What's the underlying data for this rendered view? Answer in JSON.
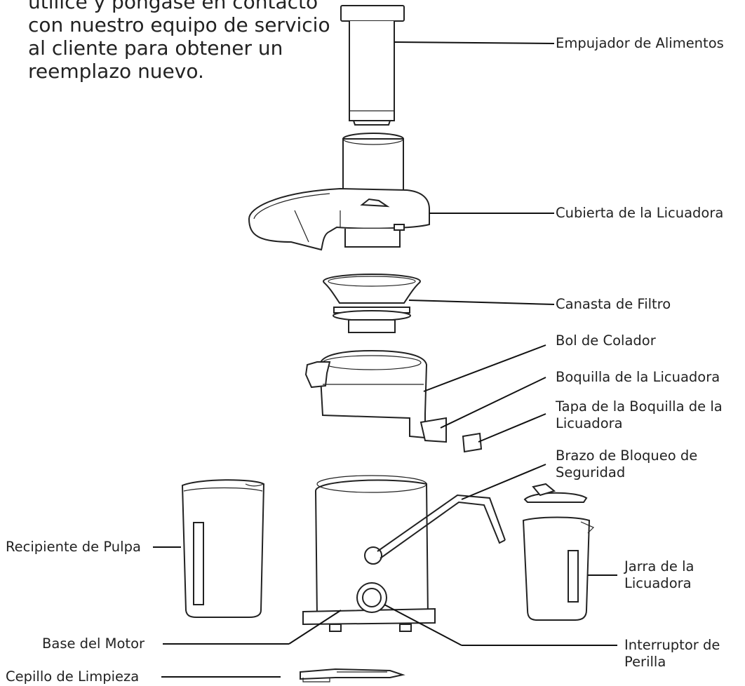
{
  "intro": {
    "lines": [
      "utilice y póngase en contacto",
      "con nuestro equipo de servicio",
      "al cliente para obtener un",
      "reemplazo nuevo."
    ]
  },
  "labels": {
    "food_pusher": [
      "Empujador de Alimentos"
    ],
    "juicer_cover": [
      "Cubierta de la Licuadora"
    ],
    "filter_basket": [
      "Canasta de Filtro"
    ],
    "strainer_bowl": [
      "Bol de Colador"
    ],
    "juicer_spout": [
      "Boquilla de la Licuadora"
    ],
    "spout_cap": [
      "Tapa de la Boquilla de la",
      "Licuadora"
    ],
    "safety_lock_arm": [
      "Brazo de Bloqueo de",
      "Seguridad"
    ],
    "pulp_container": [
      "Recipiente de Pulpa"
    ],
    "juice_jug": [
      "Jarra de la",
      "Licuadora"
    ],
    "motor_base": [
      "Base del Motor"
    ],
    "knob_switch": [
      "Interruptor de",
      "Perilla"
    ],
    "cleaning_brush": [
      "Cepillo de Limpieza"
    ]
  }
}
